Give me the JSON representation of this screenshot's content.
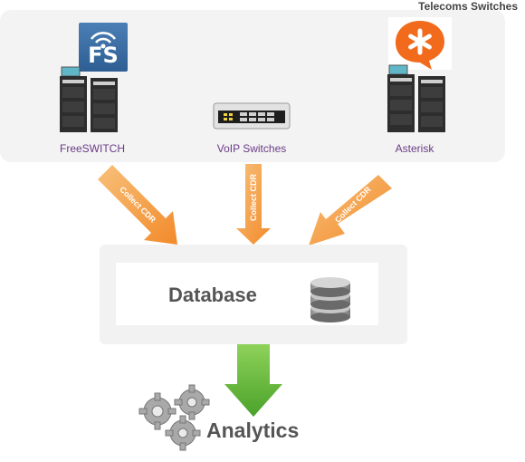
{
  "diagram": {
    "panel_title": "Telecoms Switches",
    "sources": [
      {
        "label": "FreeSWITCH"
      },
      {
        "label": "VoIP Switches"
      },
      {
        "label": "Asterisk"
      }
    ],
    "logos": {
      "freeswitch_text": "FS"
    },
    "arrows": [
      {
        "label": "Collect CDR"
      },
      {
        "label": "Collect CDR"
      },
      {
        "label": "Collect CDR"
      }
    ],
    "database_title": "Database",
    "analytics_title": "Analytics"
  },
  "colors": {
    "arrow_orange": "#f4a24a",
    "arrow_green": "#6fbe3a",
    "label_purple": "#6a3b86",
    "asterisk_orange": "#f26a1b"
  },
  "icons": [
    "server-rack-icon",
    "network-switch-icon",
    "database-icon",
    "gears-icon",
    "freeswitch-logo",
    "asterisk-logo"
  ]
}
